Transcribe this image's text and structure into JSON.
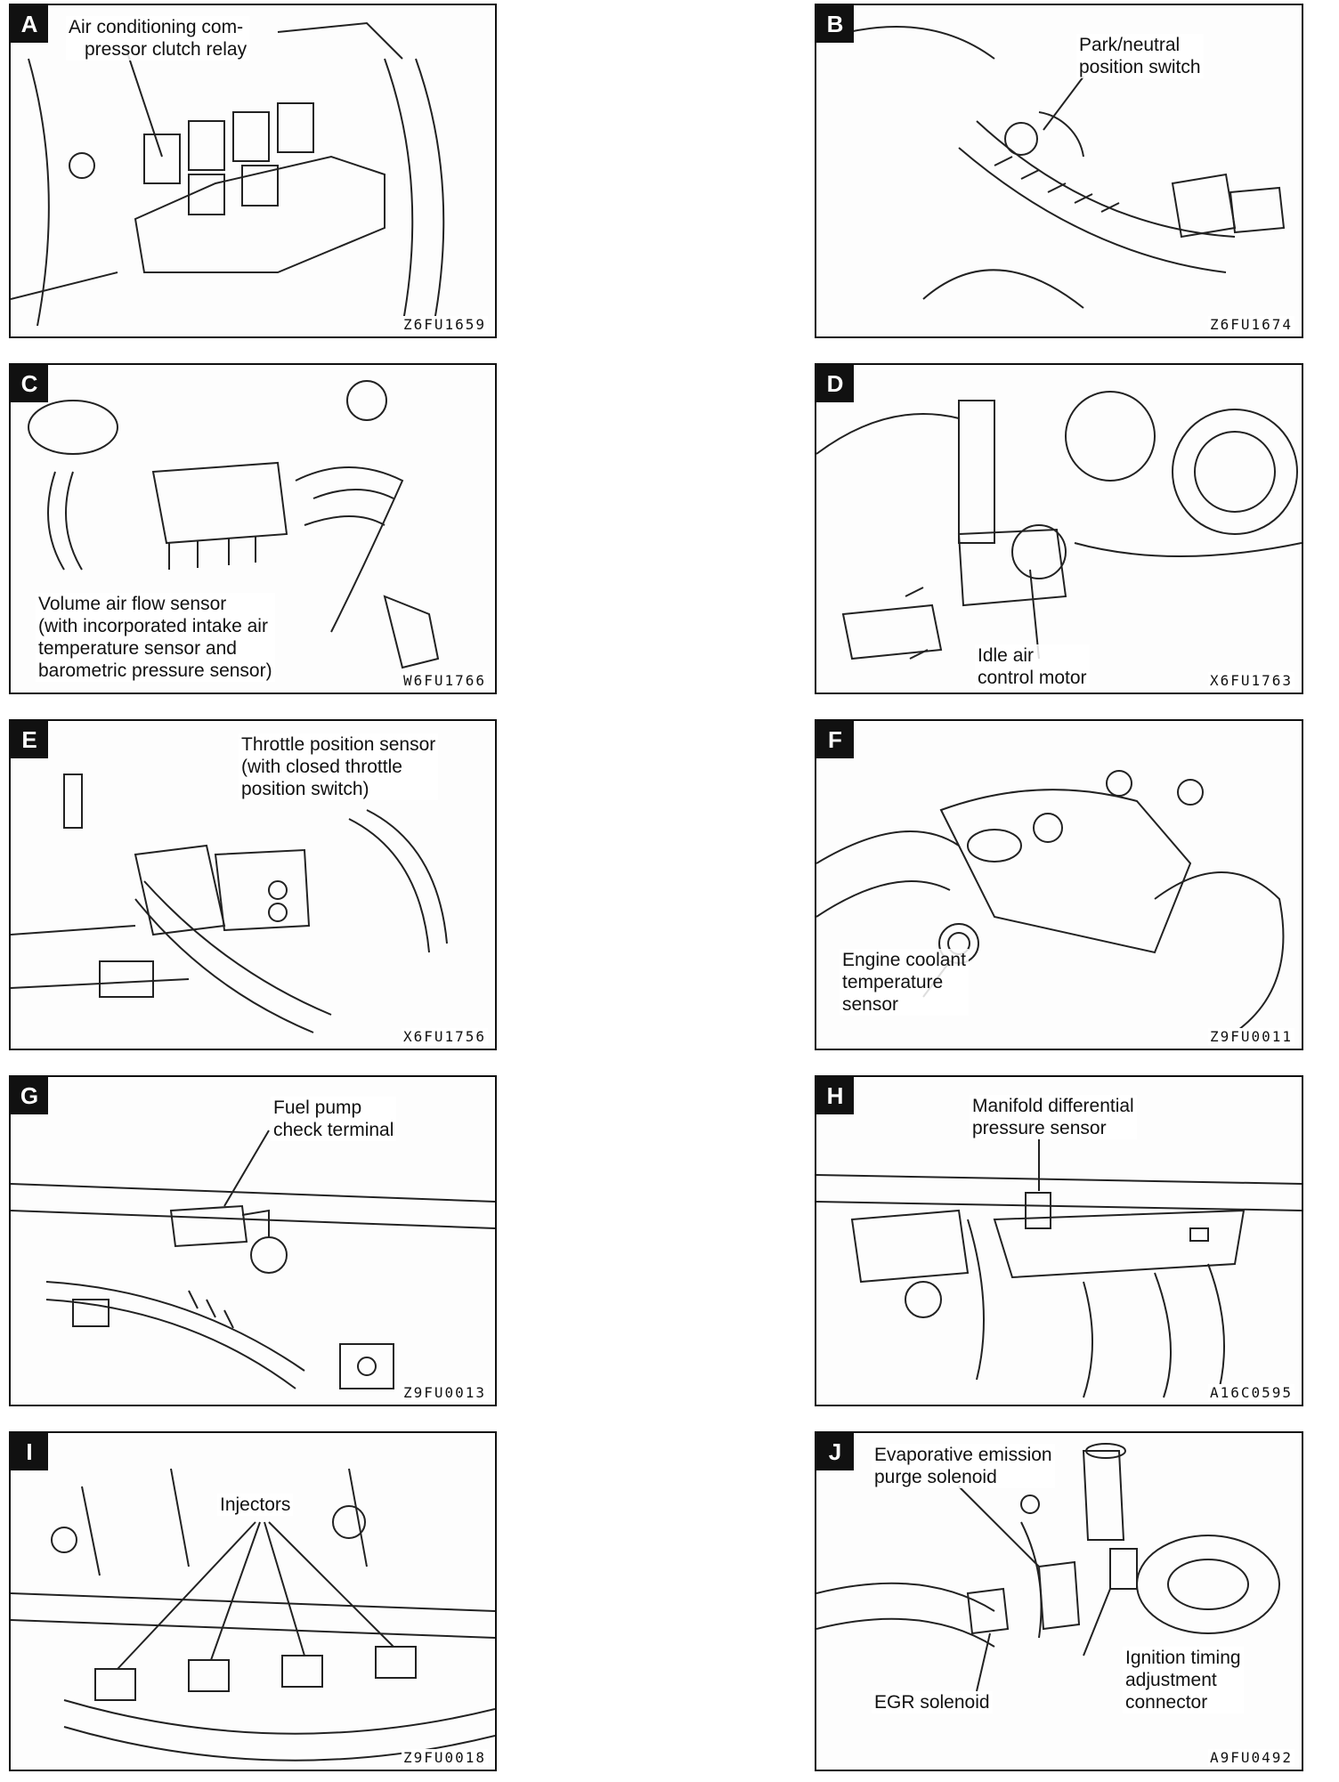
{
  "panels": [
    {
      "letter": "A",
      "label": [
        "Air conditioning com-",
        "pressor clutch relay"
      ],
      "code": "Z6FU1659"
    },
    {
      "letter": "B",
      "label": [
        "Park/neutral",
        "position switch"
      ],
      "code": "Z6FU1674"
    },
    {
      "letter": "C",
      "label": [
        "Volume air flow sensor",
        "(with incorporated intake air",
        "temperature sensor and",
        "barometric pressure sensor)"
      ],
      "code": "W6FU1766"
    },
    {
      "letter": "D",
      "label": [
        "Idle air",
        "control motor"
      ],
      "code": "X6FU1763"
    },
    {
      "letter": "E",
      "label": [
        "Throttle position sensor",
        "(with closed throttle",
        "position switch)"
      ],
      "code": "X6FU1756"
    },
    {
      "letter": "F",
      "label": [
        "Engine coolant",
        "temperature",
        "sensor"
      ],
      "code": "Z9FU0011"
    },
    {
      "letter": "G",
      "label": [
        "Fuel pump",
        "check terminal"
      ],
      "code": "Z9FU0013"
    },
    {
      "letter": "H",
      "label": [
        "Manifold differential",
        "pressure sensor"
      ],
      "code": "A16C0595"
    },
    {
      "letter": "I",
      "label": [
        "Injectors"
      ],
      "code": "Z9FU0018"
    },
    {
      "letter": "J",
      "labels": {
        "evap": [
          "Evaporative emission",
          "purge solenoid"
        ],
        "egr": "EGR solenoid",
        "ign": [
          "Ignition timing",
          "adjustment",
          "connector"
        ]
      },
      "code": "A9FU0492"
    }
  ]
}
